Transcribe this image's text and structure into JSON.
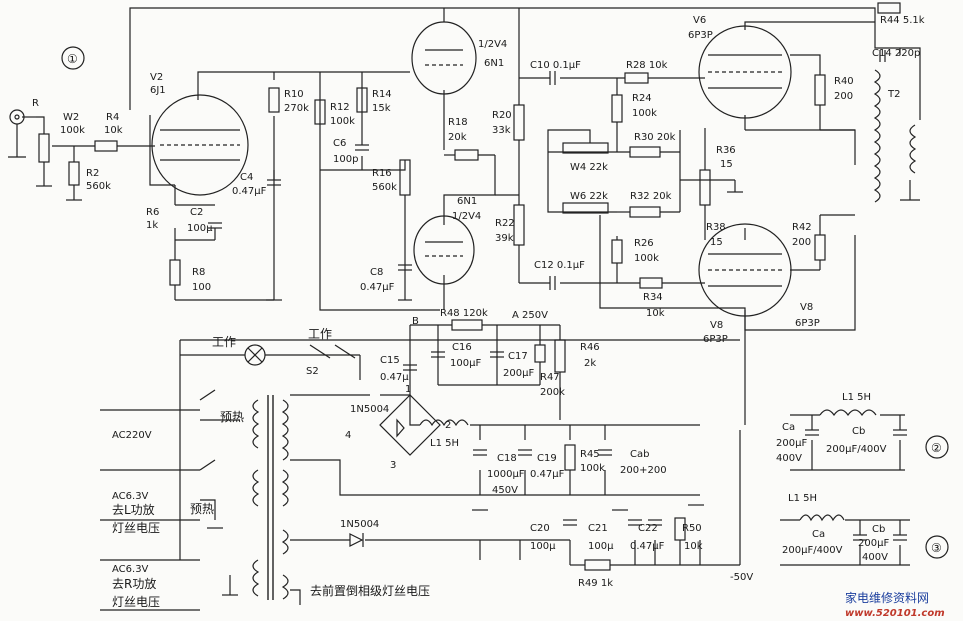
{
  "markers": [
    "①",
    "②",
    "③"
  ],
  "labels": [
    {
      "id": "R",
      "t": "R"
    },
    {
      "id": "W2",
      "t": "W2"
    },
    {
      "id": "W2v",
      "t": "100k"
    },
    {
      "id": "R4",
      "t": "R4"
    },
    {
      "id": "R4v",
      "t": "10k"
    },
    {
      "id": "R2",
      "t": "R2"
    },
    {
      "id": "R2v",
      "t": "560k"
    },
    {
      "id": "V2",
      "t": "V2"
    },
    {
      "id": "V2v",
      "t": "6J1"
    },
    {
      "id": "R6",
      "t": "R6"
    },
    {
      "id": "R6v",
      "t": "1k"
    },
    {
      "id": "C2",
      "t": "C2"
    },
    {
      "id": "C2v",
      "t": "100μ"
    },
    {
      "id": "R8",
      "t": "R8"
    },
    {
      "id": "R8v",
      "t": "100"
    },
    {
      "id": "R10",
      "t": "R10"
    },
    {
      "id": "R10v",
      "t": "270k"
    },
    {
      "id": "C4",
      "t": "C4"
    },
    {
      "id": "C4v",
      "t": "0.47μF"
    },
    {
      "id": "R12",
      "t": "R12"
    },
    {
      "id": "R12v",
      "t": "100k"
    },
    {
      "id": "R14",
      "t": "R14"
    },
    {
      "id": "R14v",
      "t": "15k"
    },
    {
      "id": "C6",
      "t": "C6"
    },
    {
      "id": "C6v",
      "t": "100p"
    },
    {
      "id": "R16",
      "t": "R16"
    },
    {
      "id": "R16v",
      "t": "560k"
    },
    {
      "id": "C8",
      "t": "C8"
    },
    {
      "id": "C8v",
      "t": "0.47μF"
    },
    {
      "id": "V1t",
      "t": "1/2V4"
    },
    {
      "id": "V1n",
      "t": "6N1"
    },
    {
      "id": "R18",
      "t": "R18"
    },
    {
      "id": "R18v",
      "t": "20k"
    },
    {
      "id": "R20",
      "t": "R20"
    },
    {
      "id": "R20v",
      "t": "33k"
    },
    {
      "id": "V1bn",
      "t": "6N1"
    },
    {
      "id": "V1bt",
      "t": "1/2V4"
    },
    {
      "id": "R22",
      "t": "R22"
    },
    {
      "id": "R22v",
      "t": "39k"
    },
    {
      "id": "C10",
      "t": "C10  0.1μF"
    },
    {
      "id": "R28",
      "t": "R28  10k"
    },
    {
      "id": "R24",
      "t": "R24"
    },
    {
      "id": "R24v",
      "t": "100k"
    },
    {
      "id": "R30",
      "t": "R30  20k"
    },
    {
      "id": "W4",
      "t": "W4  22k"
    },
    {
      "id": "W6",
      "t": "W6  22k"
    },
    {
      "id": "R32",
      "t": "R32  20k"
    },
    {
      "id": "R26",
      "t": "R26"
    },
    {
      "id": "R26v",
      "t": "100k"
    },
    {
      "id": "C12",
      "t": "C12  0.1μF"
    },
    {
      "id": "R34",
      "t": "R34"
    },
    {
      "id": "R34v",
      "t": "10k"
    },
    {
      "id": "V6",
      "t": "V6"
    },
    {
      "id": "V6v",
      "t": "6P3P"
    },
    {
      "id": "R44",
      "t": "R44  5.1k"
    },
    {
      "id": "C14",
      "t": "C14  220p"
    },
    {
      "id": "R40",
      "t": "R40"
    },
    {
      "id": "R40v",
      "t": "200"
    },
    {
      "id": "T2",
      "t": "T2"
    },
    {
      "id": "R36",
      "t": "R36"
    },
    {
      "id": "R36v",
      "t": "15"
    },
    {
      "id": "R38",
      "t": "R38"
    },
    {
      "id": "R38v",
      "t": "15"
    },
    {
      "id": "R42",
      "t": "R42"
    },
    {
      "id": "R42v",
      "t": "200"
    },
    {
      "id": "V8a",
      "t": "V8"
    },
    {
      "id": "V8av",
      "t": "6P3P"
    },
    {
      "id": "V8b",
      "t": "V8"
    },
    {
      "id": "V8bv",
      "t": "6P3P"
    },
    {
      "id": "B",
      "t": "B"
    },
    {
      "id": "R48",
      "t": "R48  120k"
    },
    {
      "id": "A",
      "t": "A  250V"
    },
    {
      "id": "C15",
      "t": "C15"
    },
    {
      "id": "C15v",
      "t": "0.47μ"
    },
    {
      "id": "C16",
      "t": "C16"
    },
    {
      "id": "C16v",
      "t": "100μF"
    },
    {
      "id": "C17",
      "t": "C17"
    },
    {
      "id": "C17v",
      "t": "200μF"
    },
    {
      "id": "R46",
      "t": "R46"
    },
    {
      "id": "R46v",
      "t": "2k"
    },
    {
      "id": "R47",
      "t": "R47"
    },
    {
      "id": "R47v",
      "t": "200k"
    },
    {
      "id": "work1",
      "t": "工作"
    },
    {
      "id": "work2",
      "t": "工作"
    },
    {
      "id": "S2",
      "t": "S2"
    },
    {
      "id": "pre1",
      "t": "预热"
    },
    {
      "id": "AC220",
      "t": "AC220V"
    },
    {
      "id": "AC63a",
      "t": "AC6.3V"
    },
    {
      "id": "goL",
      "t": "去L功放"
    },
    {
      "id": "filL",
      "t": "灯丝电压"
    },
    {
      "id": "pre2",
      "t": "预热"
    },
    {
      "id": "AC63b",
      "t": "AC6.3V"
    },
    {
      "id": "goR",
      "t": "去R功放"
    },
    {
      "id": "filR",
      "t": "灯丝电压"
    },
    {
      "id": "bridge",
      "t": "1N5004"
    },
    {
      "id": "pin1",
      "t": "1"
    },
    {
      "id": "pin2",
      "t": "2"
    },
    {
      "id": "pin3",
      "t": "3"
    },
    {
      "id": "pin4",
      "t": "4"
    },
    {
      "id": "L1",
      "t": "L1  5H"
    },
    {
      "id": "C18",
      "t": "C18"
    },
    {
      "id": "C18v",
      "t": "1000μF"
    },
    {
      "id": "C18w",
      "t": "450V"
    },
    {
      "id": "C19",
      "t": "C19"
    },
    {
      "id": "C19v",
      "t": "0.47μF"
    },
    {
      "id": "R45",
      "t": "R45"
    },
    {
      "id": "R45v",
      "t": "100k"
    },
    {
      "id": "Cab",
      "t": "Cab"
    },
    {
      "id": "Cabv",
      "t": "200+200"
    },
    {
      "id": "D2",
      "t": "1N5004"
    },
    {
      "id": "C20",
      "t": "C20"
    },
    {
      "id": "C20v",
      "t": "100μ"
    },
    {
      "id": "C21",
      "t": "C21"
    },
    {
      "id": "C21v",
      "t": "100μ"
    },
    {
      "id": "C22",
      "t": "C22"
    },
    {
      "id": "C22v",
      "t": "0.47μF"
    },
    {
      "id": "R50",
      "t": "R50"
    },
    {
      "id": "R50v",
      "t": "10k"
    },
    {
      "id": "R49",
      "t": "R49  1k"
    },
    {
      "id": "m50",
      "t": "-50V"
    },
    {
      "id": "front",
      "t": "去前置倒相级灯丝电压"
    },
    {
      "id": "L1b",
      "t": "L1  5H"
    },
    {
      "id": "Ca",
      "t": "Ca"
    },
    {
      "id": "Cav",
      "t": "200μF"
    },
    {
      "id": "Caw",
      "t": "400V"
    },
    {
      "id": "Cb",
      "t": "Cb"
    },
    {
      "id": "Cbv",
      "t": "200μF/400V"
    },
    {
      "id": "L1c",
      "t": "L1  5H"
    },
    {
      "id": "Ca2",
      "t": "Ca"
    },
    {
      "id": "Ca2v",
      "t": "200μF/400V"
    },
    {
      "id": "Cb2",
      "t": "Cb"
    },
    {
      "id": "Cb2v",
      "t": "200μF"
    },
    {
      "id": "Cb2w",
      "t": "400V"
    }
  ],
  "watermark": {
    "cn": "家电维修资料网",
    "url": "www.520101.com"
  }
}
